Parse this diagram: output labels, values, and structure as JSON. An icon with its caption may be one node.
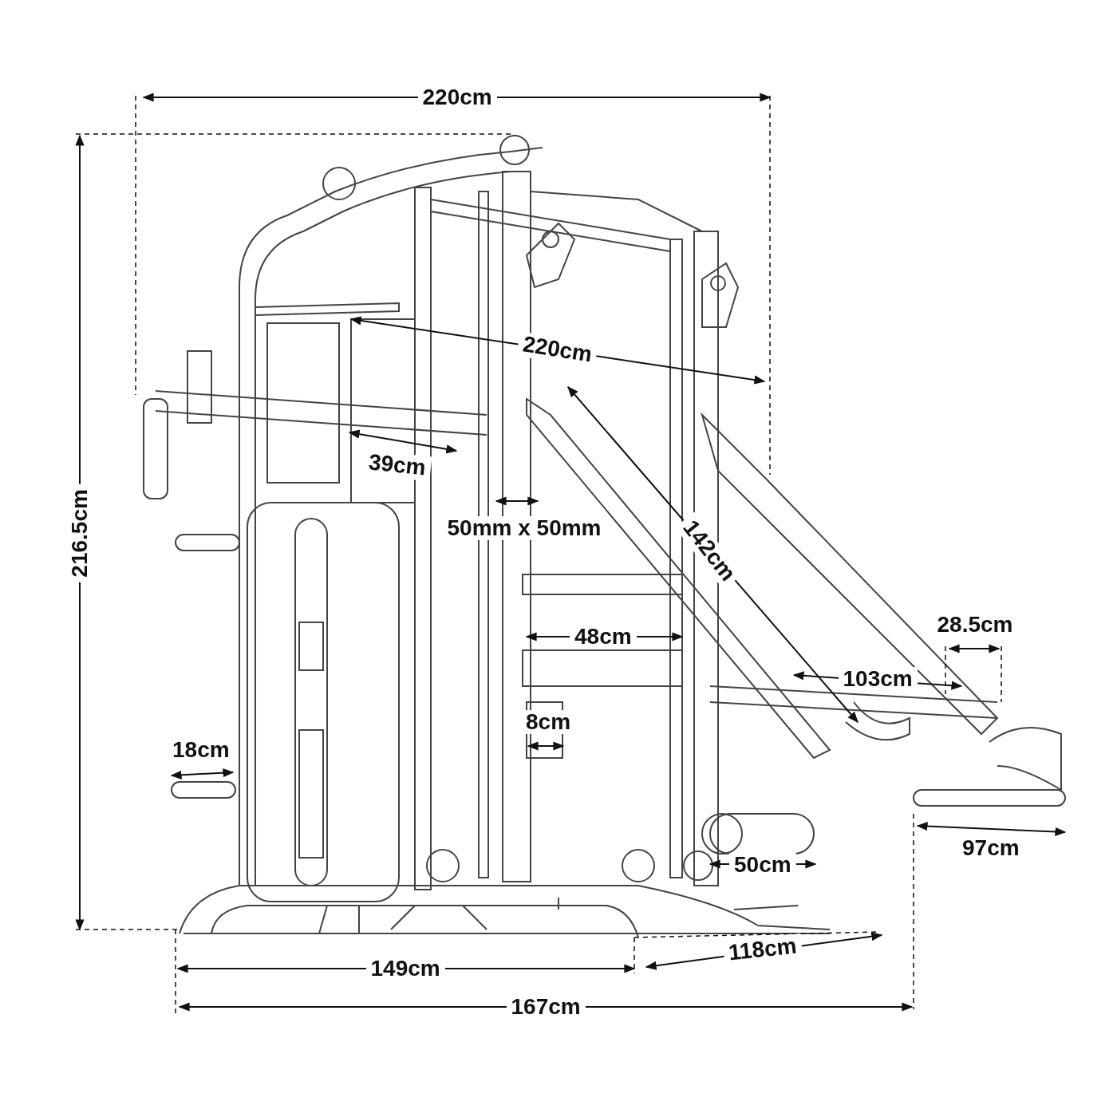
{
  "diagram": {
    "labels": [
      "220cm",
      "220cm",
      "39cm",
      "50mm x 50mm",
      "216.5cm",
      "142cm",
      "28.5cm",
      "48cm",
      "103cm",
      "8cm",
      "18cm",
      "97cm",
      "50cm",
      "118cm",
      "149cm",
      "167cm"
    ]
  }
}
